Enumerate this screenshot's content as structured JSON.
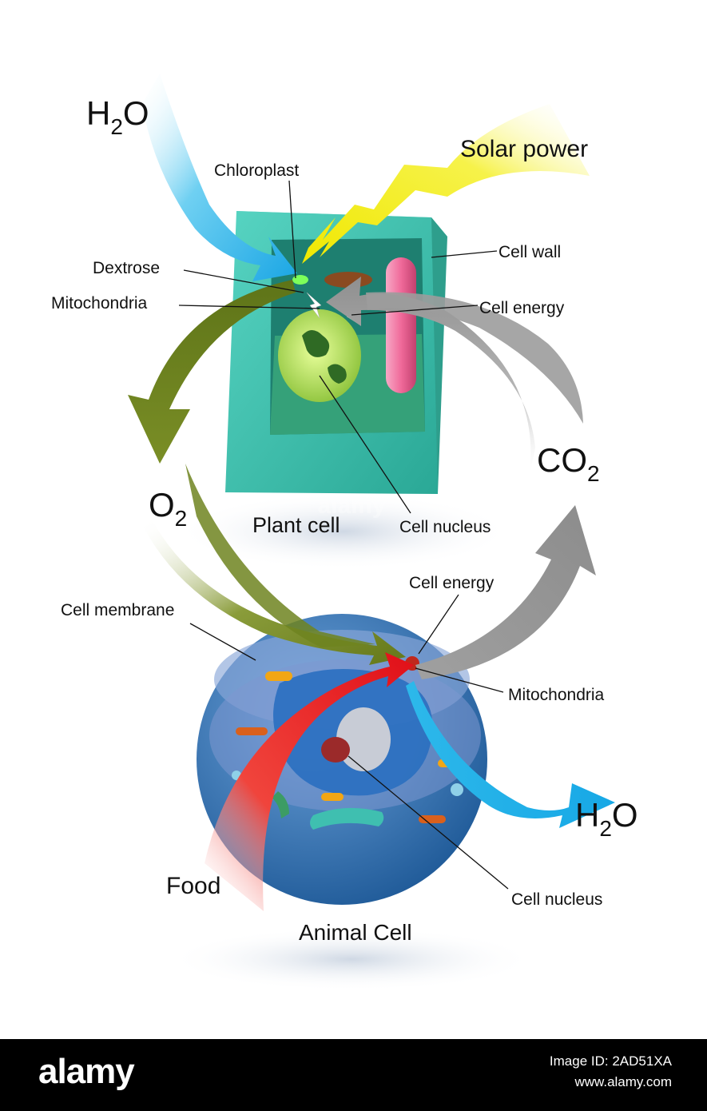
{
  "labels": {
    "h2o_top": "H",
    "h2o_top_sub": "2",
    "h2o_top_end": "O",
    "solar_power": "Solar power",
    "chloroplast": "Chloroplast",
    "cell_wall": "Cell wall",
    "dextrose": "Dextrose",
    "mitochondria_plant": "Mitochondria",
    "cell_energy_plant": "Cell energy",
    "co2": "CO",
    "co2_sub": "2",
    "o2": "O",
    "o2_sub": "2",
    "plant_cell": "Plant cell",
    "cell_nucleus_plant": "Cell nucleus",
    "cell_energy_animal": "Cell energy",
    "cell_membrane": "Cell membrane",
    "mitochondria_animal": "Mitochondria",
    "h2o_bottom": "H",
    "h2o_bottom_sub": "2",
    "h2o_bottom_end": "O",
    "food": "Food",
    "cell_nucleus_animal": "Cell nucleus",
    "animal_cell": "Animal Cell"
  },
  "watermark": "alamy",
  "footer": {
    "brand": "alamy",
    "image_id": "Image ID: 2AD51XA",
    "site": "www.alamy.com"
  },
  "colors": {
    "water_arrow": "#29b6e8",
    "solar_arrow": "#f2ee1c",
    "oxygen_arrow": "#6e7e1e",
    "co2_arrow": "#9a9a9a",
    "food_arrow": "#e8171e",
    "plant_cell": "#3cc4b0",
    "animal_cell": "#3a78b8",
    "vacuole": "#f06a9a",
    "nucleus_plant": "#b8e04a"
  }
}
